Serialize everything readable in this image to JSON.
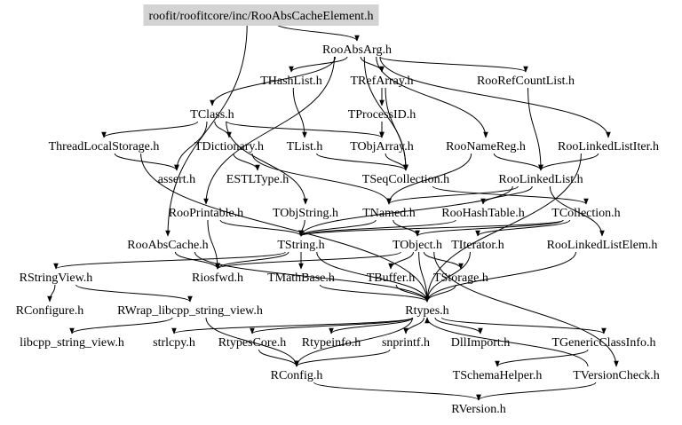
{
  "root_file": "roofit/roofitcore/inc/RooAbsCacheElement.h",
  "nodes": {
    "root": "roofit/roofitcore/inc/RooAbsCacheElement.h",
    "RooAbsArg": "RooAbsArg.h",
    "THashList": "THashList.h",
    "TRefArray": "TRefArray.h",
    "RooRefCountList": "RooRefCountList.h",
    "TClass": "TClass.h",
    "TProcessID": "TProcessID.h",
    "ThreadLocalStorage": "ThreadLocalStorage.h",
    "TDictionary": "TDictionary.h",
    "TList": "TList.h",
    "TObjArray": "TObjArray.h",
    "RooNameReg": "RooNameReg.h",
    "RooLinkedListIter": "RooLinkedListIter.h",
    "assert": "assert.h",
    "ESTLType": "ESTLType.h",
    "TSeqCollection": "TSeqCollection.h",
    "RooLinkedList": "RooLinkedList.h",
    "RooPrintable": "RooPrintable.h",
    "TObjString": "TObjString.h",
    "TNamed": "TNamed.h",
    "RooHashTable": "RooHashTable.h",
    "TCollection": "TCollection.h",
    "RooAbsCache": "RooAbsCache.h",
    "TString": "TString.h",
    "TObject": "TObject.h",
    "TIterator": "TIterator.h",
    "RooLinkedListElem": "RooLinkedListElem.h",
    "RStringView": "RStringView.h",
    "Riosfwd": "Riosfwd.h",
    "TMathBase": "TMathBase.h",
    "TBuffer": "TBuffer.h",
    "TStorage": "TStorage.h",
    "RConfigure": "RConfigure.h",
    "RWrap": "RWrap_libcpp_string_view.h",
    "Rtypes": "Rtypes.h",
    "libcpp": "libcpp_string_view.h",
    "strlcpy": "strlcpy.h",
    "RtypesCore": "RtypesCore.h",
    "Rtypeinfo": "Rtypeinfo.h",
    "snprintf": "snprintf.h",
    "DllImport": "DllImport.h",
    "TGenericClassInfo": "TGenericClassInfo.h",
    "RConfig": "RConfig.h",
    "TSchemaHelper": "TSchemaHelper.h",
    "TVersionCheck": "TVersionCheck.h",
    "RVersion": "RVersion.h"
  },
  "edges": [
    [
      "root",
      "RooAbsArg"
    ],
    [
      "root",
      "RooAbsCache"
    ],
    [
      "RooAbsArg",
      "THashList"
    ],
    [
      "RooAbsArg",
      "TRefArray"
    ],
    [
      "RooAbsArg",
      "RooRefCountList"
    ],
    [
      "RooAbsArg",
      "TClass"
    ],
    [
      "RooAbsArg",
      "RooNameReg"
    ],
    [
      "RooAbsArg",
      "RooLinkedListIter"
    ],
    [
      "RooAbsArg",
      "RooPrintable"
    ],
    [
      "RooAbsArg",
      "TSeqCollection"
    ],
    [
      "THashList",
      "TList"
    ],
    [
      "TRefArray",
      "TProcessID"
    ],
    [
      "TRefArray",
      "TSeqCollection"
    ],
    [
      "RooRefCountList",
      "RooLinkedList"
    ],
    [
      "TClass",
      "ThreadLocalStorage"
    ],
    [
      "TClass",
      "TDictionary"
    ],
    [
      "TClass",
      "TObjArray"
    ],
    [
      "TClass",
      "assert"
    ],
    [
      "TClass",
      "TObjString"
    ],
    [
      "TProcessID",
      "TObjArray"
    ],
    [
      "ThreadLocalStorage",
      "assert"
    ],
    [
      "ThreadLocalStorage",
      "Rtypes"
    ],
    [
      "TDictionary",
      "ESTLType"
    ],
    [
      "TDictionary",
      "TNamed"
    ],
    [
      "TList",
      "TSeqCollection"
    ],
    [
      "TObjArray",
      "TSeqCollection"
    ],
    [
      "RooNameReg",
      "TNamed"
    ],
    [
      "RooNameReg",
      "RooLinkedList"
    ],
    [
      "RooLinkedListIter",
      "RooLinkedList"
    ],
    [
      "RooLinkedListIter",
      "Rtypes"
    ],
    [
      "TSeqCollection",
      "TCollection"
    ],
    [
      "RooLinkedList",
      "TNamed"
    ],
    [
      "RooLinkedList",
      "RooHashTable"
    ],
    [
      "RooLinkedList",
      "RooLinkedListElem"
    ],
    [
      "RooLinkedList",
      "TString"
    ],
    [
      "RooPrintable",
      "TString"
    ],
    [
      "RooPrintable",
      "Riosfwd"
    ],
    [
      "TObjString",
      "TString"
    ],
    [
      "TNamed",
      "TString"
    ],
    [
      "TNamed",
      "TObject"
    ],
    [
      "RooHashTable",
      "TString"
    ],
    [
      "TCollection",
      "TObject"
    ],
    [
      "TCollection",
      "TIterator"
    ],
    [
      "TCollection",
      "TString"
    ],
    [
      "RooAbsCache",
      "Riosfwd"
    ],
    [
      "RooAbsCache",
      "Rtypes"
    ],
    [
      "TString",
      "RStringView"
    ],
    [
      "TString",
      "Riosfwd"
    ],
    [
      "TString",
      "TMathBase"
    ],
    [
      "TString",
      "Rtypes"
    ],
    [
      "TObject",
      "TBuffer"
    ],
    [
      "TObject",
      "TStorage"
    ],
    [
      "TObject",
      "Riosfwd"
    ],
    [
      "TObject",
      "Rtypes"
    ],
    [
      "TObject",
      "TVersionCheck"
    ],
    [
      "TIterator",
      "Rtypes"
    ],
    [
      "RooLinkedListElem",
      "Rtypes"
    ],
    [
      "RStringView",
      "RConfigure"
    ],
    [
      "RStringView",
      "RWrap"
    ],
    [
      "TMathBase",
      "Rtypes"
    ],
    [
      "TBuffer",
      "Rtypes"
    ],
    [
      "TStorage",
      "Rtypes"
    ],
    [
      "RWrap",
      "libcpp"
    ],
    [
      "RWrap",
      "RConfig"
    ],
    [
      "Rtypes",
      "strlcpy"
    ],
    [
      "Rtypes",
      "RtypesCore"
    ],
    [
      "Rtypes",
      "Rtypeinfo"
    ],
    [
      "Rtypes",
      "snprintf"
    ],
    [
      "Rtypes",
      "DllImport"
    ],
    [
      "Rtypes",
      "TGenericClassInfo"
    ],
    [
      "Rtypes",
      "RConfig"
    ],
    [
      "RtypesCore",
      "RConfig"
    ],
    [
      "snprintf",
      "RConfig"
    ],
    [
      "TGenericClassInfo",
      "TSchemaHelper"
    ],
    [
      "RConfig",
      "RVersion"
    ],
    [
      "TVersionCheck",
      "RVersion"
    ],
    [
      "TVersionCheck",
      "Rtypes"
    ]
  ]
}
